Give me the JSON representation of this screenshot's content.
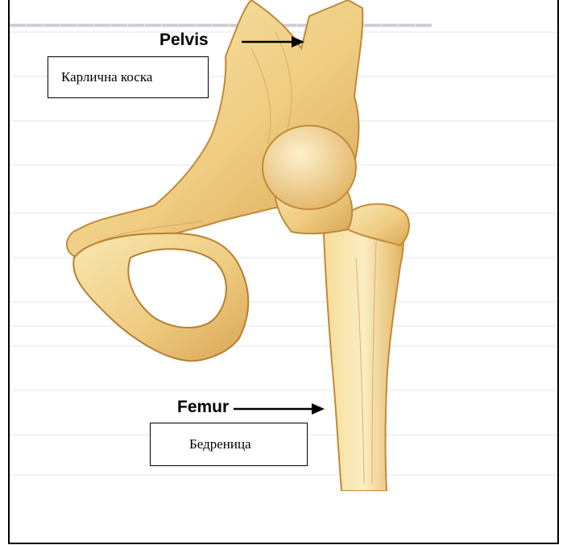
{
  "labels": {
    "pelvis": "Pelvis",
    "femur": "Femur"
  },
  "boxes": {
    "pelvis_bg": "Карлична коска",
    "femur_bg": "Бедреница"
  },
  "colors": {
    "bone_light": "#f6e2a6",
    "bone_mid": "#eec879",
    "bone_dark": "#c9923f",
    "arrow": "#000000"
  },
  "icons": {
    "pelvis_arrow": "arrow-right-icon",
    "femur_arrow": "arrow-right-icon"
  }
}
